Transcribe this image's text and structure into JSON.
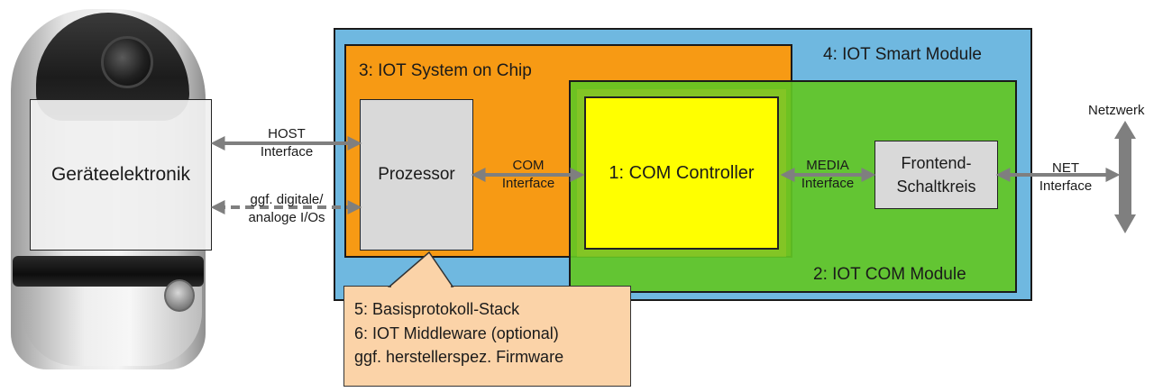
{
  "device": {
    "label": "Geräteelektronik"
  },
  "smart_module": {
    "label": "4: IOT Smart Module"
  },
  "system_on_chip": {
    "label": "3: IOT System on Chip"
  },
  "com_module": {
    "label": "2: IOT COM Module"
  },
  "processor": {
    "label": "Prozessor"
  },
  "com_controller": {
    "label": "1: COM Controller"
  },
  "frontend": {
    "line1": "Frontend-",
    "line2": "Schaltkreis"
  },
  "interfaces": {
    "host": {
      "line1": "HOST",
      "line2": "Interface"
    },
    "io": {
      "line1": "ggf. digitale/",
      "line2": "analoge I/Os"
    },
    "com": {
      "line1": "COM",
      "line2": "Interface"
    },
    "media": {
      "line1": "MEDIA",
      "line2": "Interface"
    },
    "net": {
      "line1": "NET",
      "line2": "Interface"
    }
  },
  "network": {
    "label": "Netzwerk"
  },
  "software_callout": {
    "lines": [
      "5: Basisprotokoll-Stack",
      "6: IOT Middleware (optional)",
      "ggf. herstellerspez.  Firmware"
    ]
  },
  "colors": {
    "smart_module": "#6fb8e0",
    "system_on_chip": "#f79a14",
    "com_module": "#62c524",
    "com_controller": "#ffff00",
    "component_grey": "#d9d9d9",
    "callout": "#fbd3a8",
    "arrow": "#7f7f7f"
  },
  "icons": {
    "device_photo": "ptz-camera-icon"
  }
}
